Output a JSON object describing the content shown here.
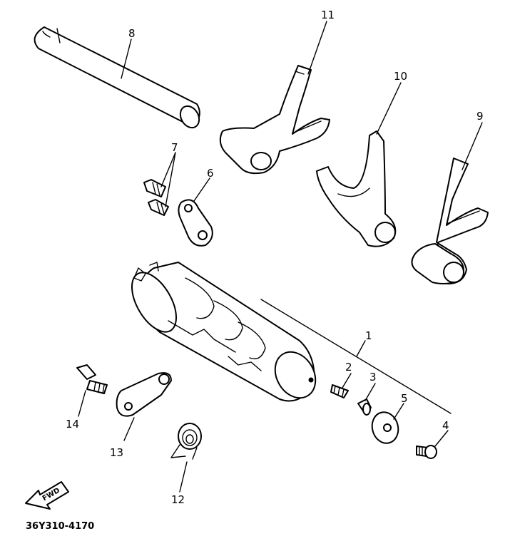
{
  "diagram": {
    "drawing_code": "36Y310-4170",
    "direction_label": "FWD",
    "callouts": {
      "c1": "1",
      "c2": "2",
      "c3": "3",
      "c4": "4",
      "c5": "5",
      "c6": "6",
      "c7": "7",
      "c8": "8",
      "c9": "9",
      "c10": "10",
      "c11": "11",
      "c12": "12",
      "c13": "13",
      "c14": "14"
    }
  }
}
